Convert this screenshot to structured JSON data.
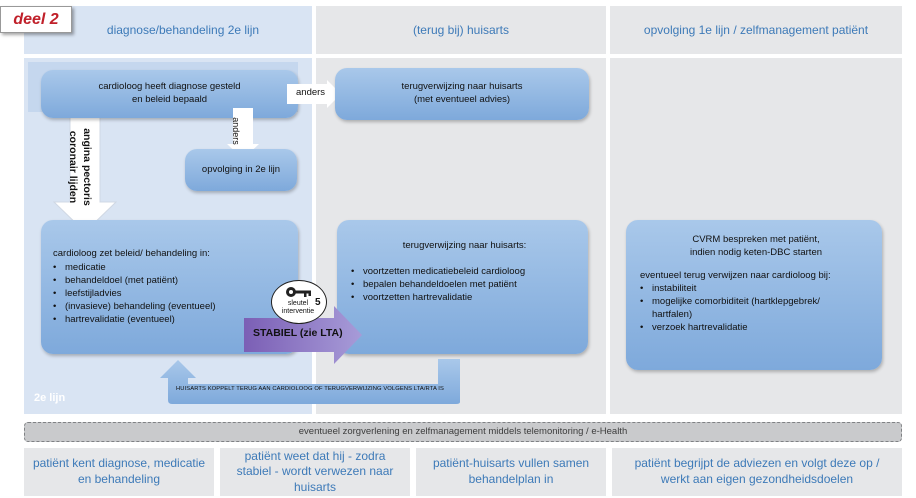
{
  "badge": "deel 2",
  "columns": [
    {
      "title": "diagnose/behandeling 2e lijn"
    },
    {
      "title": "(terug bij) huisarts"
    },
    {
      "title": "opvolging 1e lijn / zelfmanagement patiënt"
    }
  ],
  "zone_label": "2e lijn",
  "boxes": {
    "diagnose": "cardioloog heeft diagnose gesteld\nen beleid bepaald",
    "terugverwijzing_advies": "terugverwijzing naar huisarts\n(met eventueel advies)",
    "opvolging_2e_lijn": "opvolging in 2e lijn",
    "beleid_title": "cardioloog zet beleid/ behandeling in:",
    "beleid_items": [
      "medicatie",
      "behandeldoel (met patiënt)",
      "leefstijladvies",
      "(invasieve) behandeling (eventueel)",
      "hartrevalidatie (eventueel)"
    ],
    "huisarts_title": "terugverwijzing naar huisarts:",
    "huisarts_items": [
      "voortzetten medicatiebeleid cardioloog",
      "bepalen behandeldoelen met patiënt",
      "voortzetten hartrevalidatie"
    ],
    "cvrm_title": "CVRM bespreken met patiënt,\nindien nodig keten-DBC starten",
    "cvrm_subtitle": "eventueel terug verwijzen naar cardioloog bij:",
    "cvrm_items": [
      "instabiliteit",
      "mogelijke comorbiditeit (hartklepgebrek/ hartfalen)",
      "verzoek hartrevalidatie"
    ]
  },
  "arrows": {
    "anders_right": "anders",
    "anders_down": "anders",
    "angina": "angina pectoris\ncoronair lijden",
    "stabiel": "STABIEL (zie LTA)",
    "feedback": "HUISARTS KOPPELT TERUG AAN CARDIOLOOG OF TERUGVERWIJZING VOLGENS LTA/RTA IS"
  },
  "key_badge": {
    "label": "sleutel\ninterventie",
    "number": "5"
  },
  "telemonitoring": "eventueel zorgverlening en zelfmanagement middels telemonitoring / e-Health",
  "outcomes": [
    "patiënt kent diagnose, medicatie\nen behandeling",
    "patiënt weet dat hij - zodra\nstabiel - wordt verwezen naar\nhuisarts",
    "patiënt-huisarts vullen samen\nbehandelplan in",
    "patiënt begrijpt de adviezen en volgt deze op /\nwerkt aan eigen gezondheidsdoelen"
  ],
  "colors": {
    "accent": "#3d7ab8",
    "box": "#8fb5e1",
    "badge_text": "#c0202a"
  }
}
